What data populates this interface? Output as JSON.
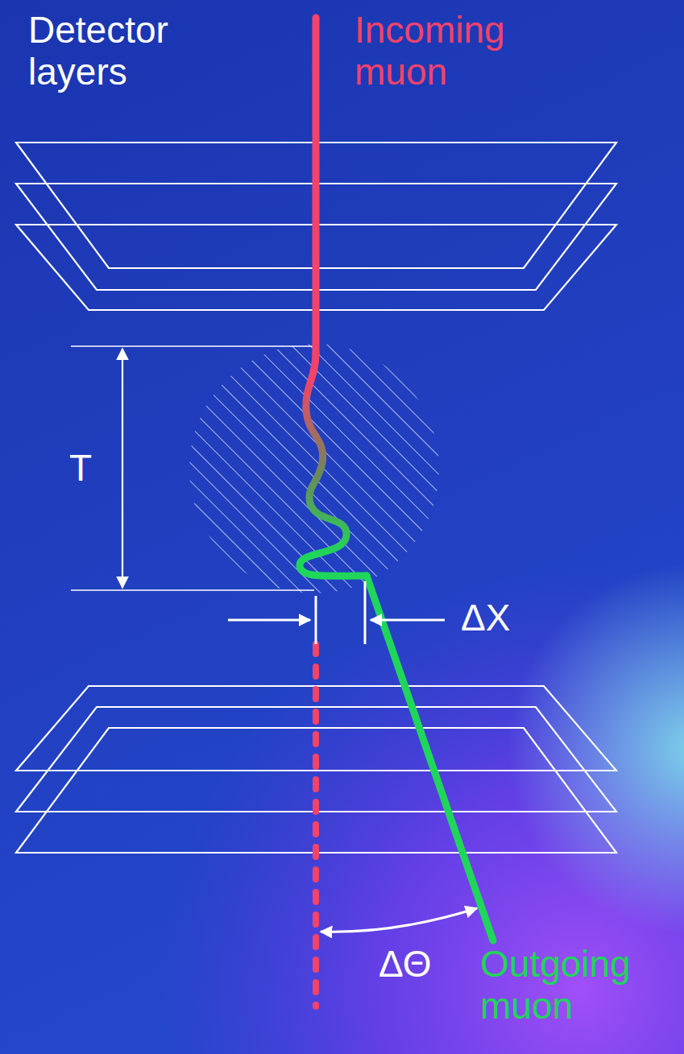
{
  "diagram": {
    "labels": [
      "Detector layers",
      "Incoming muon",
      "T",
      "ΔX",
      "ΔΘ",
      "Outgoing muon"
    ]
  }
}
